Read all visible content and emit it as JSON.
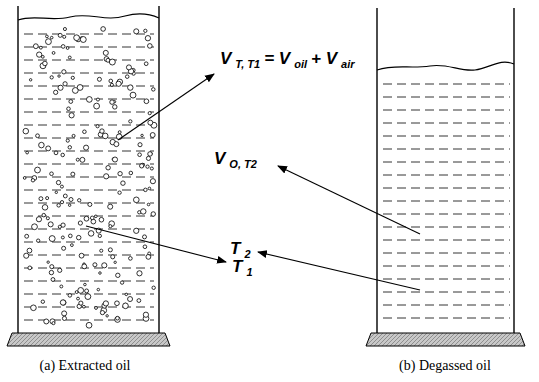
{
  "diagram": {
    "labels": [
      "V",
      "T, T1",
      "= V",
      "oil",
      "+ V",
      "air",
      "T",
      "1",
      "V",
      "O, T2",
      "T",
      "2",
      "(a) Extracted oil",
      "(b) Degassed oil"
    ]
  }
}
